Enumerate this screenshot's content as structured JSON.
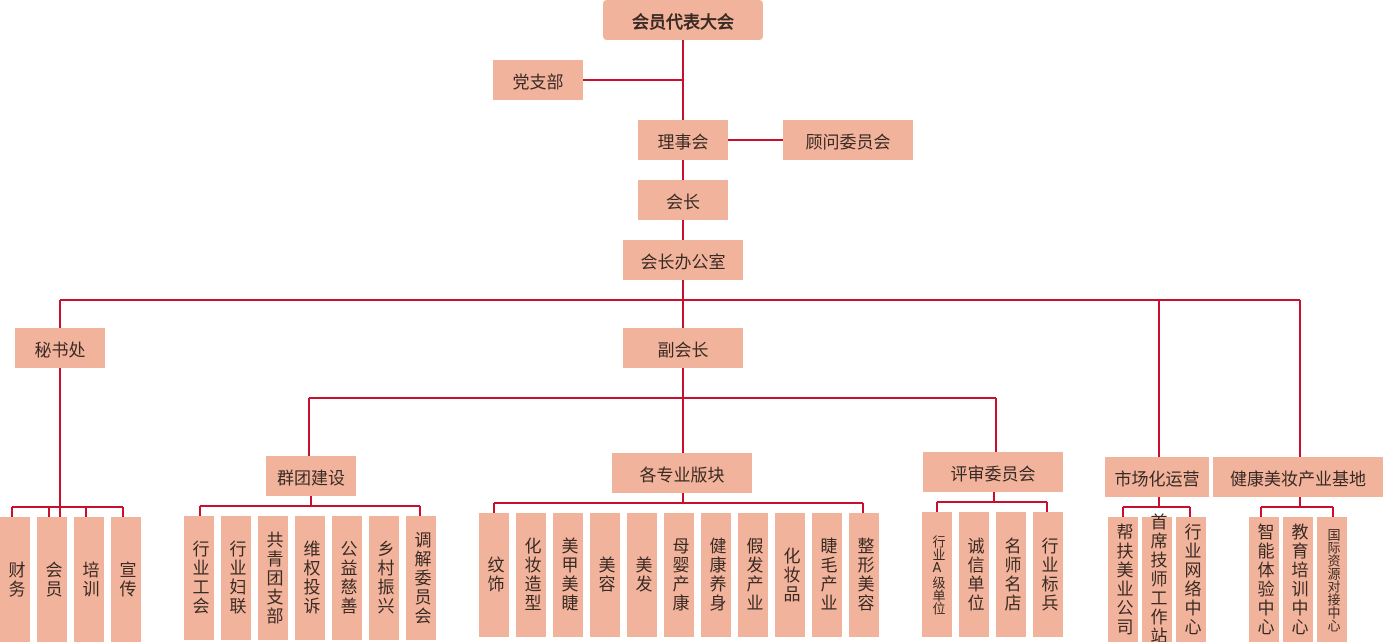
{
  "colors": {
    "box": "#f1b39b",
    "line": "#c8102e"
  },
  "nodes": {
    "congress": "会员代表大会",
    "party_branch": "党支部",
    "council": "理事会",
    "advisory": "顾问委员会",
    "president": "会长",
    "president_office": "会长办公室",
    "secretariat": "秘书处",
    "vice_president": "副会长",
    "mass_org": "群团建设",
    "professional": "各专业版块",
    "review": "评审委员会",
    "market": "市场化运营",
    "base": "健康美妆产业基地"
  },
  "secretariat_children": [
    "财务",
    "会员",
    "培训",
    "宣传"
  ],
  "mass_org_children": [
    "行业工会",
    "行业妇联",
    "共青团支部",
    "维权投诉",
    "公益慈善",
    "乡村振兴",
    "调解委员会"
  ],
  "professional_children": [
    "纹饰",
    "化妆造型",
    "美甲美睫",
    "美容",
    "美发",
    "母婴产康",
    "健康养身",
    "假发产业",
    "化妆品",
    "睫毛产业",
    "整形美容"
  ],
  "review_children": [
    "行业A级单位",
    "诚信单位",
    "名师名店",
    "行业标兵"
  ],
  "market_children": [
    "帮扶美业公司",
    "首席技师工作站",
    "行业网络中心"
  ],
  "base_children": [
    "智能体验中心",
    "教育培训中心",
    "国际资源对接中心"
  ]
}
